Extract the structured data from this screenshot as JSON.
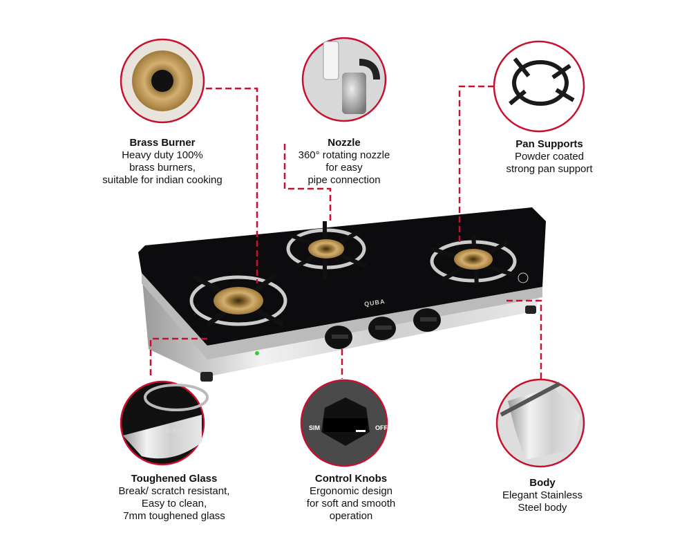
{
  "brand_logo": "QUBA",
  "accent_color": "#c8102e",
  "features": [
    {
      "title": "Brass Burner",
      "lines": [
        "Heavy duty 100%",
        "brass burners,",
        "suitable for indian cooking"
      ]
    },
    {
      "title": "Nozzle",
      "lines": [
        "360° rotating nozzle",
        "for easy",
        "pipe connection"
      ]
    },
    {
      "title": "Pan Supports",
      "lines": [
        "Powder coated",
        "strong pan support"
      ]
    },
    {
      "title": "Toughened Glass",
      "lines": [
        "Break/ scratch resistant,",
        "Easy to clean,",
        "7mm toughened glass"
      ]
    },
    {
      "title": "Control Knobs",
      "lines": [
        "Ergonomic design",
        "for soft and smooth",
        "operation"
      ]
    },
    {
      "title": "Body",
      "lines": [
        "Elegant Stainless",
        "Steel body"
      ]
    }
  ],
  "knob_labels": {
    "sim": "SIM",
    "off": "OFF"
  },
  "glass_badge": "GLASS"
}
